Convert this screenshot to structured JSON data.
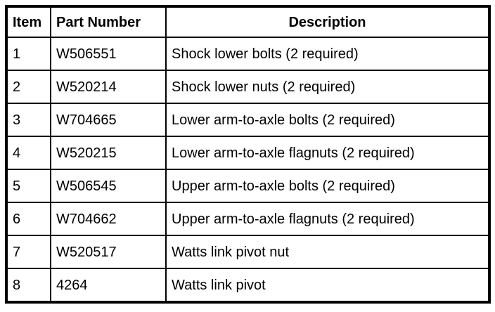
{
  "table": {
    "headers": [
      "Item",
      "Part Number",
      "Description"
    ],
    "rows": [
      {
        "item": "1",
        "part_number": "W506551",
        "description": "Shock lower bolts (2 required)"
      },
      {
        "item": "2",
        "part_number": "W520214",
        "description": "Shock lower nuts (2 required)"
      },
      {
        "item": "3",
        "part_number": "W704665",
        "description": "Lower arm-to-axle bolts (2 required)"
      },
      {
        "item": "4",
        "part_number": "W520215",
        "description": "Lower arm-to-axle flagnuts (2 required)"
      },
      {
        "item": "5",
        "part_number": "W506545",
        "description": "Upper arm-to-axle bolts (2 required)"
      },
      {
        "item": "6",
        "part_number": "W704662",
        "description": "Upper arm-to-axle flagnuts (2 required)"
      },
      {
        "item": "7",
        "part_number": "W520517",
        "description": "Watts link pivot nut"
      },
      {
        "item": "8",
        "part_number": "4264",
        "description": "Watts link pivot"
      }
    ],
    "colors": {
      "border": "#000000",
      "text": "#000000",
      "background": "#ffffff"
    }
  }
}
